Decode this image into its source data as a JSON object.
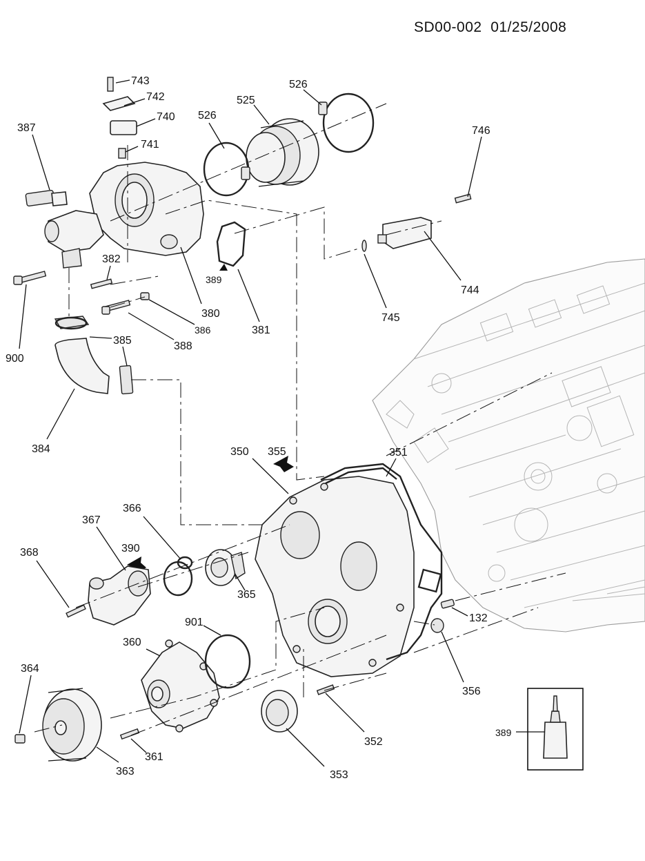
{
  "header": {
    "doc_id": "SD00-002",
    "date": "01/25/2008"
  },
  "callouts": {
    "c743": "743",
    "c742": "742",
    "c740": "740",
    "c741": "741",
    "c387": "387",
    "c526a": "526",
    "c525": "525",
    "c526b": "526",
    "c746": "746",
    "c382": "382",
    "c389a": "389",
    "c380": "380",
    "c381": "381",
    "c744": "744",
    "c900": "900",
    "c386": "386",
    "c388": "388",
    "c385": "385",
    "c745": "745",
    "c384": "384",
    "c350": "350",
    "c355": "355",
    "c351": "351",
    "c366": "366",
    "c367": "367",
    "c368": "368",
    "c390": "390",
    "c365": "365",
    "c132": "132",
    "c901": "901",
    "c360": "360",
    "c356": "356",
    "c364": "364",
    "c352": "352",
    "c389b": "389",
    "c361": "361",
    "c363": "363",
    "c353": "353"
  }
}
